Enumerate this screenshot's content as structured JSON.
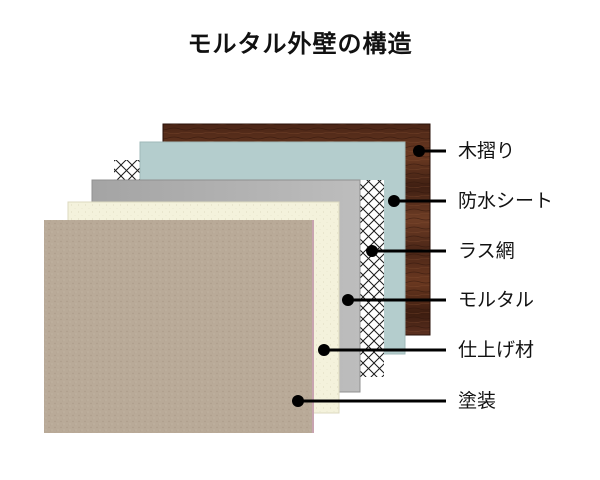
{
  "title": "モルタル外壁の構造",
  "layers": [
    {
      "label": "木摺り",
      "color": "#5a2f1c"
    },
    {
      "label": "防水シート",
      "color": "#b3cccc"
    },
    {
      "label": "ラス網",
      "color": "#222222"
    },
    {
      "label": "モルタル",
      "color": "#a9a9a9"
    },
    {
      "label": "仕上げ材",
      "color": "#f3f1da"
    },
    {
      "label": "塗装",
      "color": "#b8a896"
    }
  ]
}
